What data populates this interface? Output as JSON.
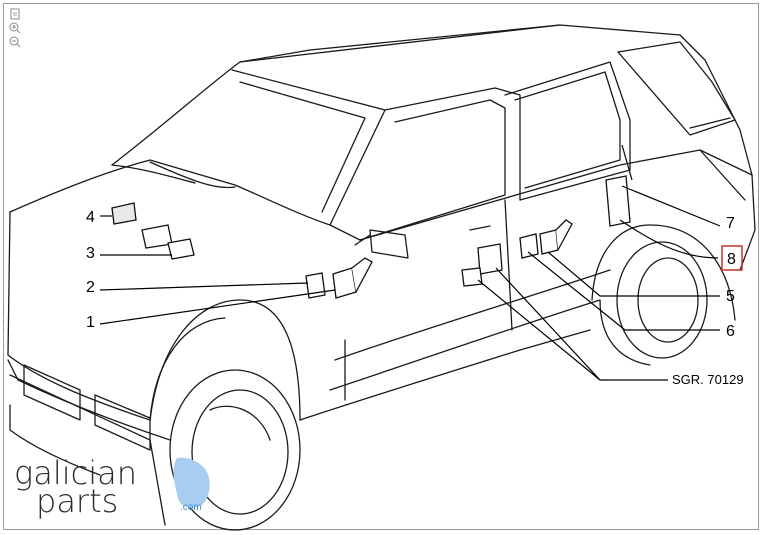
{
  "toolbar": {
    "items": [
      {
        "name": "fit-page-icon"
      },
      {
        "name": "zoom-in-icon"
      },
      {
        "name": "zoom-out-icon"
      }
    ]
  },
  "diagram": {
    "callouts": [
      "1",
      "2",
      "3",
      "4",
      "5",
      "6",
      "7",
      "8"
    ],
    "highlighted": "8",
    "highlight_color": "#c8322c",
    "reference": "SGR. 70129"
  },
  "logo": {
    "line1": "galician",
    "line2": "parts",
    "domain": ".com",
    "accent_color": "#a9cdf0"
  }
}
